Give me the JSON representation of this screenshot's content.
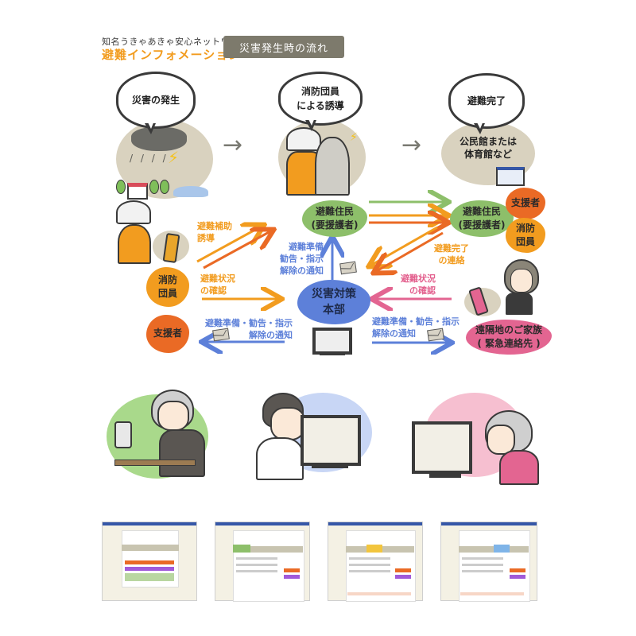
{
  "header": {
    "brand_sub": "知名うきゃあきゃ安心ネットワーク",
    "brand_main": "避難インフォメーション",
    "title_badge": "災害発生時の流れ"
  },
  "flow_steps": [
    {
      "bubble": "災害の発生",
      "scene": "storm-over-house"
    },
    {
      "bubble_line1": "消防団員",
      "bubble_line2": "による誘導",
      "scene": "firefighter-guiding-elder"
    },
    {
      "bubble": "避難完了",
      "scene_line1": "公民館または",
      "scene_line2": "体育館など"
    }
  ],
  "step_arrow": "→",
  "nodes": {
    "evacuees_left": {
      "line1": "避難住民",
      "line2": "(要援護者)"
    },
    "evacuees_right": {
      "line1": "避難住民",
      "line2": "(要援護者)"
    },
    "firefighters_left": {
      "line1": "消防",
      "line2": "団員"
    },
    "supporters_left": "支援者",
    "supporters_right": "支援者",
    "firefighters_right": {
      "line1": "消防",
      "line2": "団員"
    },
    "hq": {
      "line1": "災害対策",
      "line2": "本部"
    },
    "family": {
      "line1": "遠隔地のご家族",
      "line2": "( 緊急連絡先 )"
    }
  },
  "labels": {
    "assist": {
      "line1": "避難補助",
      "line2": "誘導"
    },
    "status_left": {
      "line1": "避難状況",
      "line2": "の確認"
    },
    "notify_left": {
      "line1": "避難準備・勧告・指示",
      "line2": "解除の通知"
    },
    "notify_center": {
      "line1": "避難準備",
      "line2": "勧告・指示",
      "line3": "解除の通知"
    },
    "complete": {
      "line1": "避難完了",
      "line2": "の連絡"
    },
    "status_right": {
      "line1": "避難状況",
      "line2": "の確認"
    },
    "notify_right": {
      "line1": "避難準備・勧告・指示",
      "line2": "解除の通知"
    }
  },
  "colors": {
    "orange": "#f29c1f",
    "red_orange": "#ea6a25",
    "green": "#8dbf6a",
    "blue": "#5d80d9",
    "pink": "#e36591",
    "beige": "#d9d2bf",
    "badge": "#7d7a6c"
  },
  "illustrations": [
    {
      "name": "elder-with-camera",
      "bg": "#a9d98b"
    },
    {
      "name": "staff-video-call",
      "bg": "#c8d6f5"
    },
    {
      "name": "grandmother-video-call",
      "bg": "#f6bfd0"
    }
  ],
  "screenshots": [
    {
      "name": "top-page",
      "accent": "#c8c4b0"
    },
    {
      "name": "safety-page",
      "accent": "#8dbf6a"
    },
    {
      "name": "evacuation-page",
      "accent": "#f2c53d"
    },
    {
      "name": "video-call-page",
      "accent": "#7fb4e8"
    }
  ]
}
